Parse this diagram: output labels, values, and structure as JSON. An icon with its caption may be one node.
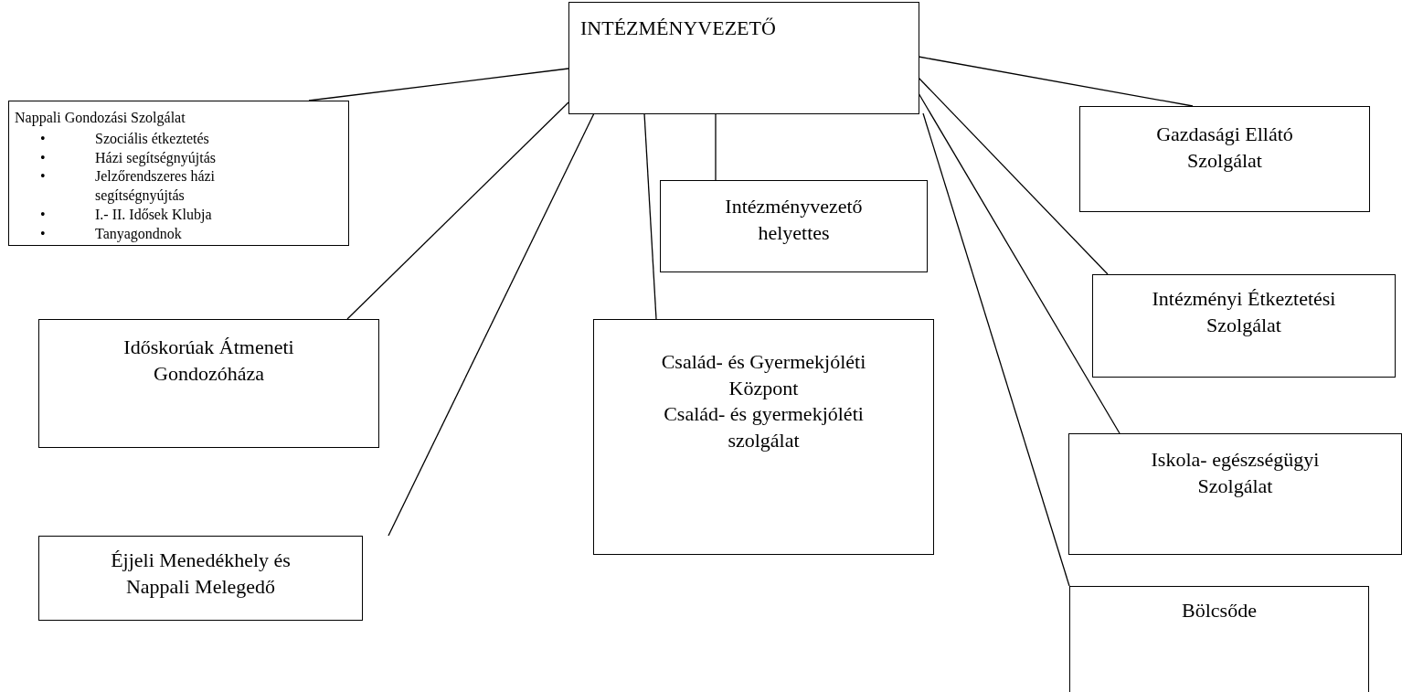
{
  "diagram": {
    "nodes": [
      {
        "text": [
          "INTÉZMÉNYVEZETŐ"
        ]
      },
      {
        "text": [
          "Nappali Gondozási Szolgálat",
          "•\tSzociális étkeztetés",
          "•\tHázi segítségnyújtás",
          "•\tJelzőrendszeres házi segítségnyújtás",
          "•\tI.- II. Idősek Klubja",
          "•\tTanyagondnok"
        ]
      },
      {
        "text": [
          "Időskorúak Átmeneti Gondozóháza"
        ]
      },
      {
        "text": [
          "Éjjeli Menedékhely és Nappali Melegedő"
        ]
      },
      {
        "text": [
          "Intézményvezető helyettes"
        ]
      },
      {
        "text": [
          "Család- és Gyermekjóléti Központ",
          "Család- és gyermekjóléti szolgálat"
        ]
      },
      {
        "text": [
          "Gazdasági Ellátó Szolgálat"
        ]
      },
      {
        "text": [
          "Intézményi Étkeztetési Szolgálat"
        ]
      },
      {
        "text": [
          "Iskola- egészségügyi Szolgálat"
        ]
      },
      {
        "text": [
          "Bölcsőde"
        ]
      }
    ],
    "edges": [
      {
        "from": 0,
        "to": 1,
        "arrow": "none"
      },
      {
        "from": 0,
        "to": 2,
        "arrow": "none"
      },
      {
        "from": 0,
        "to": 3,
        "arrow": "none"
      },
      {
        "from": 0,
        "to": 5,
        "arrow": "none"
      },
      {
        "from": 0,
        "to": 4,
        "arrow": "none"
      },
      {
        "from": 0,
        "to": 9,
        "arrow": "none"
      },
      {
        "from": 0,
        "to": 8,
        "arrow": "none"
      },
      {
        "from": 0,
        "to": 7,
        "arrow": "none"
      },
      {
        "from": 0,
        "to": 6,
        "arrow": "none"
      }
    ]
  }
}
